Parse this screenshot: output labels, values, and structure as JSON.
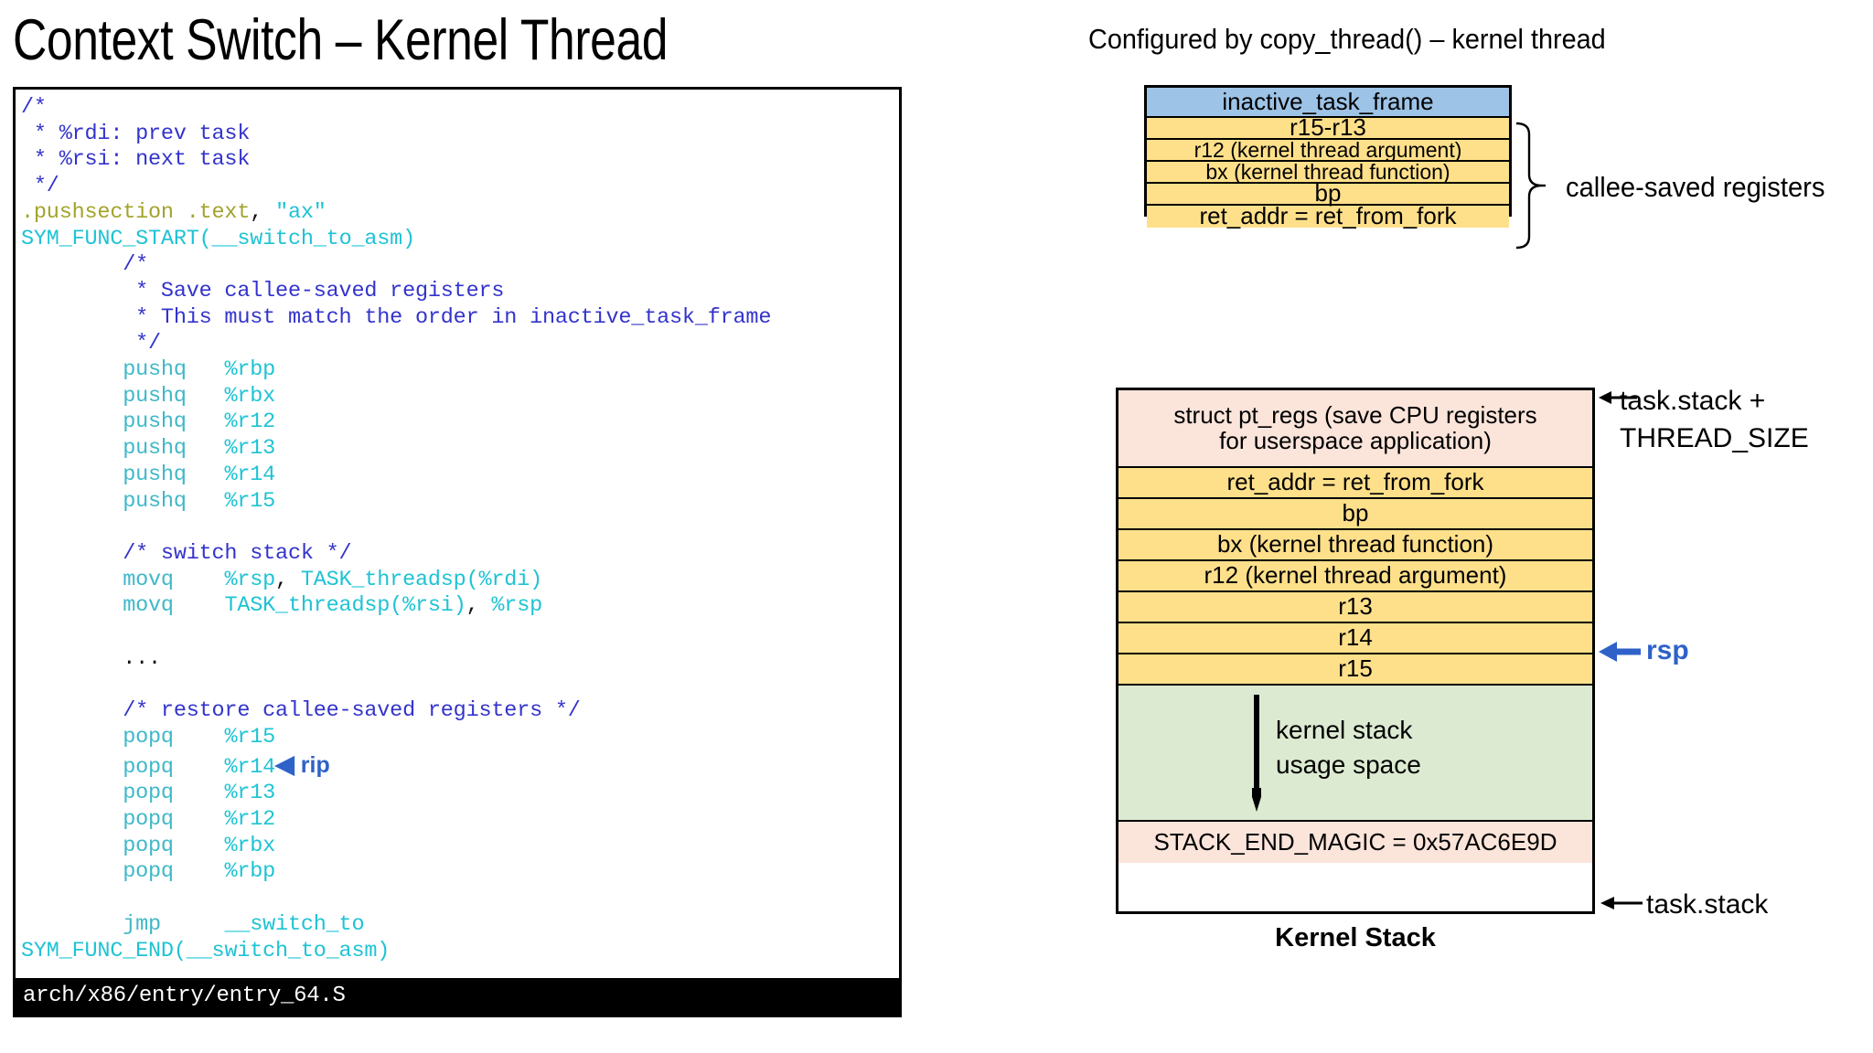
{
  "slide": {
    "title": "Context Switch – Kernel Thread"
  },
  "code_panel": {
    "file_path": "arch/x86/entry/entry_64.S",
    "rip_marker": "rip",
    "rip_arrow": "◀",
    "lines": [
      "/*",
      " * %rdi: prev task",
      " * %rsi: next task",
      " */",
      ".pushsection .text, \"ax\"",
      "SYM_FUNC_START(__switch_to_asm)",
      "        /*",
      "         * Save callee-saved registers",
      "         * This must match the order in inactive_task_frame",
      "         */",
      "        pushq   %rbp",
      "        pushq   %rbx",
      "        pushq   %r12",
      "        pushq   %r13",
      "        pushq   %r14",
      "        pushq   %r15",
      "",
      "        /* switch stack */",
      "        movq    %rsp, TASK_threadsp(%rdi)",
      "        movq    TASK_threadsp(%rsi), %rsp",
      "",
      "        ...",
      "",
      "        /* restore callee-saved registers */",
      "        popq    %r15",
      "        popq    %r14",
      "        popq    %r13",
      "        popq    %r12",
      "        popq    %rbx",
      "        popq    %rbp",
      "",
      "        jmp     __switch_to",
      "SYM_FUNC_END(__switch_to_asm)"
    ]
  },
  "inactive_task_frame": {
    "caption": "Configured by copy_thread() – kernel thread",
    "bracket_label": "callee-saved registers",
    "rows": [
      {
        "label": "inactive_task_frame",
        "color": "#9dc3e6"
      },
      {
        "label": "r15-r13",
        "color": "#ffe08a"
      },
      {
        "label": "r12 (kernel thread argument)",
        "color": "#ffe08a"
      },
      {
        "label": "bx (kernel thread function)",
        "color": "#ffe08a"
      },
      {
        "label": "bp",
        "color": "#ffe08a"
      },
      {
        "label": "ret_addr = ret_from_fork",
        "color": "#ffe08a"
      }
    ]
  },
  "kernel_stack": {
    "caption": "Kernel Stack",
    "top_annotation_line1": "task.stack +",
    "top_annotation_line2": "THREAD_SIZE",
    "bottom_annotation": "task.stack",
    "rsp_label": "rsp",
    "usage_line1": "kernel stack",
    "usage_line2": "usage space",
    "ptregs_line1": "struct pt_regs (save CPU registers",
    "ptregs_line2": "for userspace application)",
    "rows": [
      {
        "label": "ret_addr = ret_from_fork",
        "color": "#ffe08a"
      },
      {
        "label": "bp",
        "color": "#ffe08a"
      },
      {
        "label": "bx (kernel thread function)",
        "color": "#ffe08a"
      },
      {
        "label": "r12 (kernel thread argument)",
        "color": "#ffe08a"
      },
      {
        "label": "r13",
        "color": "#ffe08a"
      },
      {
        "label": "r14",
        "color": "#ffe08a"
      },
      {
        "label": "r15",
        "color": "#ffe08a"
      }
    ],
    "magic_row": {
      "label": "STACK_END_MAGIC = 0x57AC6E9D",
      "color": "#fbe4da"
    }
  },
  "colors": {
    "header_blue": "#9dc3e6",
    "register_yellow": "#ffe08a",
    "ptregs_peach": "#fbe4da",
    "usage_green": "#dcead1",
    "pointer_blue": "#2e62c8",
    "comment_blue": "#3333cc",
    "keyword_cyan": "#1ec3d4",
    "directive_olive": "#a3a32b"
  }
}
